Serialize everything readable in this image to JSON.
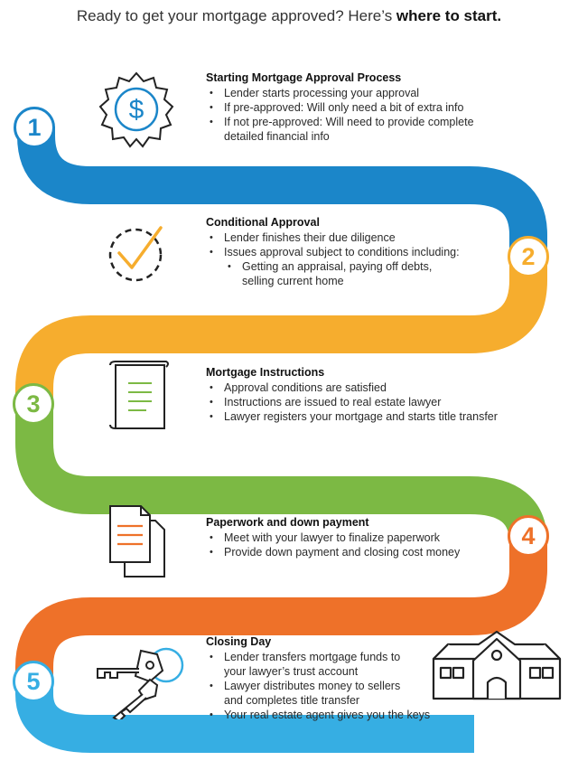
{
  "headline": {
    "lead": "Ready to get your mortgage approved? Here’s ",
    "emphasis": "where to start."
  },
  "colors": {
    "blue": "#1b86c9",
    "yellow": "#f6ad2e",
    "green": "#7cb944",
    "orange": "#ee7129",
    "light_blue": "#36aee3"
  },
  "steps": [
    {
      "number": "1",
      "title": "Starting Mortgage Approval Process",
      "icon": "dollar-badge-icon",
      "bullets": [
        "Lender starts processing your approval",
        "If pre-approved: Will only need a bit of extra info",
        "If not pre-approved: Will need to provide complete detailed financial info"
      ]
    },
    {
      "number": "2",
      "title": "Conditional Approval",
      "icon": "checkmark-circle-icon",
      "bullets": [
        "Lender finishes their due diligence",
        "Issues approval subject to conditions including:",
        "Getting an appraisal, paying off debts, selling current home"
      ]
    },
    {
      "number": "3",
      "title": "Mortgage Instructions",
      "icon": "scroll-document-icon",
      "bullets": [
        "Approval conditions are satisfied",
        "Instructions are issued to real estate lawyer",
        "Lawyer registers your mortgage and starts title transfer"
      ]
    },
    {
      "number": "4",
      "title": "Paperwork and down payment",
      "icon": "documents-icon",
      "bullets": [
        "Meet with your lawyer to finalize paperwork",
        "Provide down payment and closing cost money"
      ]
    },
    {
      "number": "5",
      "title": "Closing Day",
      "icon": "keys-icon",
      "bullets": [
        "Lender transfers mortgage funds to your lawyer’s trust account",
        "Lawyer distributes money to sellers and completes title transfer",
        "Your real estate agent gives you the keys"
      ],
      "extra_icon": "house-icon"
    }
  ]
}
